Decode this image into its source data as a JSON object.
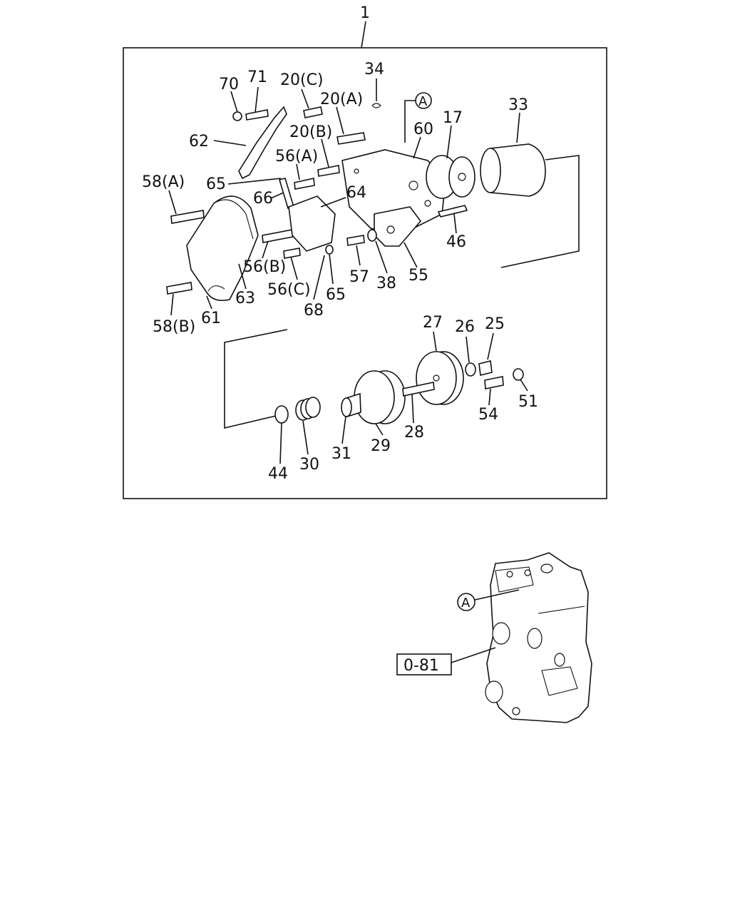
{
  "diagram": {
    "assembly_callout": "1",
    "ref_marker": "A",
    "ref_box_label": "0-81",
    "callouts": [
      {
        "id": "c70",
        "label": "70"
      },
      {
        "id": "c71",
        "label": "71"
      },
      {
        "id": "c20c",
        "label": "20(C)"
      },
      {
        "id": "c34",
        "label": "34"
      },
      {
        "id": "c20a",
        "label": "20(A)"
      },
      {
        "id": "c33",
        "label": "33"
      },
      {
        "id": "c17",
        "label": "17"
      },
      {
        "id": "c60",
        "label": "60"
      },
      {
        "id": "c62",
        "label": "62"
      },
      {
        "id": "c20b",
        "label": "20(B)"
      },
      {
        "id": "c56a",
        "label": "56(A)"
      },
      {
        "id": "c58a",
        "label": "58(A)"
      },
      {
        "id": "c65a",
        "label": "65"
      },
      {
        "id": "c66",
        "label": "66"
      },
      {
        "id": "c64",
        "label": "64"
      },
      {
        "id": "c46",
        "label": "46"
      },
      {
        "id": "c56b",
        "label": "56(B)"
      },
      {
        "id": "c57",
        "label": "57"
      },
      {
        "id": "c55",
        "label": "55"
      },
      {
        "id": "c38",
        "label": "38"
      },
      {
        "id": "c56c",
        "label": "56(C)"
      },
      {
        "id": "c65b",
        "label": "65"
      },
      {
        "id": "c63",
        "label": "63"
      },
      {
        "id": "c68",
        "label": "68"
      },
      {
        "id": "c61",
        "label": "61"
      },
      {
        "id": "c58b",
        "label": "58(B)"
      },
      {
        "id": "c27",
        "label": "27"
      },
      {
        "id": "c26",
        "label": "26"
      },
      {
        "id": "c25",
        "label": "25"
      },
      {
        "id": "c51",
        "label": "51"
      },
      {
        "id": "c54",
        "label": "54"
      },
      {
        "id": "c28",
        "label": "28"
      },
      {
        "id": "c29",
        "label": "29"
      },
      {
        "id": "c31",
        "label": "31"
      },
      {
        "id": "c30",
        "label": "30"
      },
      {
        "id": "c44",
        "label": "44"
      }
    ]
  }
}
